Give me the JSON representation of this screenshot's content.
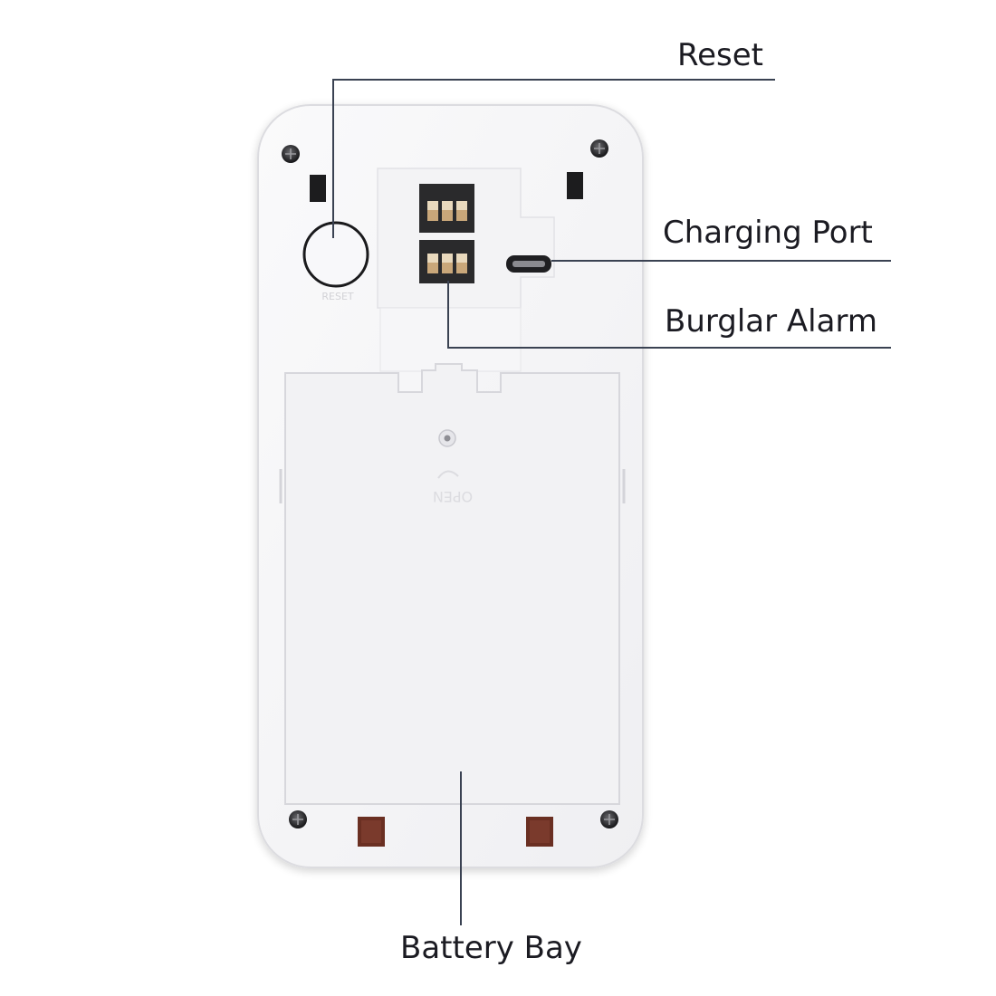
{
  "callouts": {
    "reset": "Reset",
    "charging_port": "Charging Port",
    "burglar_alarm": "Burglar Alarm",
    "battery_bay": "Battery Bay"
  },
  "device_markings": {
    "reset_button": "RESET",
    "battery_cover": "OPEN"
  },
  "colors": {
    "device_body": "#f4f4f6",
    "device_edge": "#dcdce0",
    "leader_line": "#3a4252",
    "dip_switch": "#2a2a2c",
    "dip_contacts": "#c9a77a",
    "battery_contacts": "#6a2f22"
  }
}
